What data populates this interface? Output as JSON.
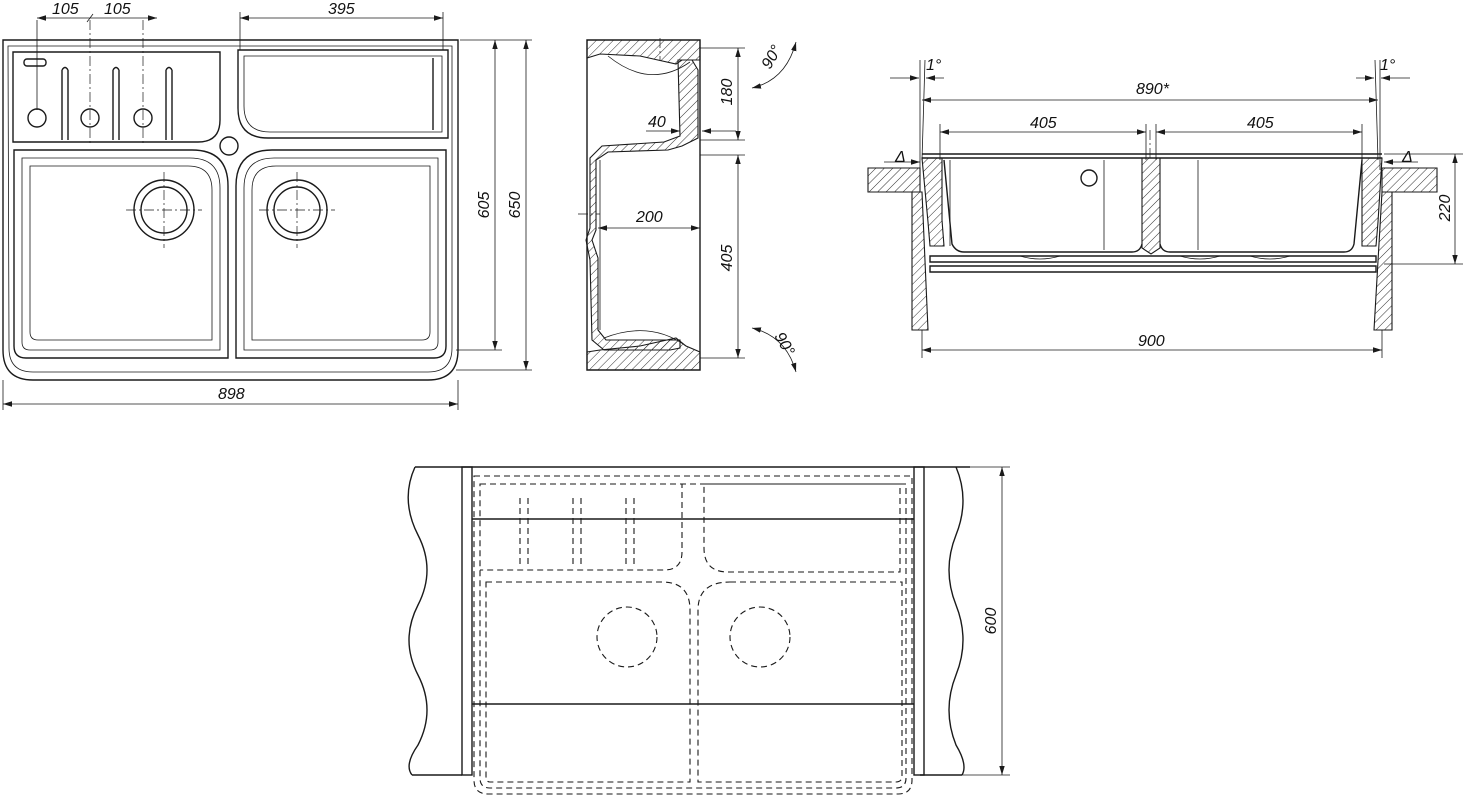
{
  "top_view": {
    "dim_hole_spacing_1": "105",
    "dim_hole_spacing_2": "105",
    "dim_drainer_width": "395",
    "dim_inner_height": "605",
    "dim_total_height": "650",
    "dim_total_width": "898"
  },
  "side_section": {
    "dim_top_height": "180",
    "dim_lip": "40",
    "dim_depth": "200",
    "dim_bowl_height": "405",
    "angle_top": "90°",
    "angle_bottom": "90°"
  },
  "front_section": {
    "angle_left": "1°",
    "angle_right": "1°",
    "dim_cutout": "890*",
    "dim_bowl_left": "405",
    "dim_bowl_right": "405",
    "delta_left": "Δ",
    "delta_right": "Δ",
    "dim_height": "220",
    "dim_cabinet": "900"
  },
  "install_view": {
    "dim_depth": "600"
  }
}
